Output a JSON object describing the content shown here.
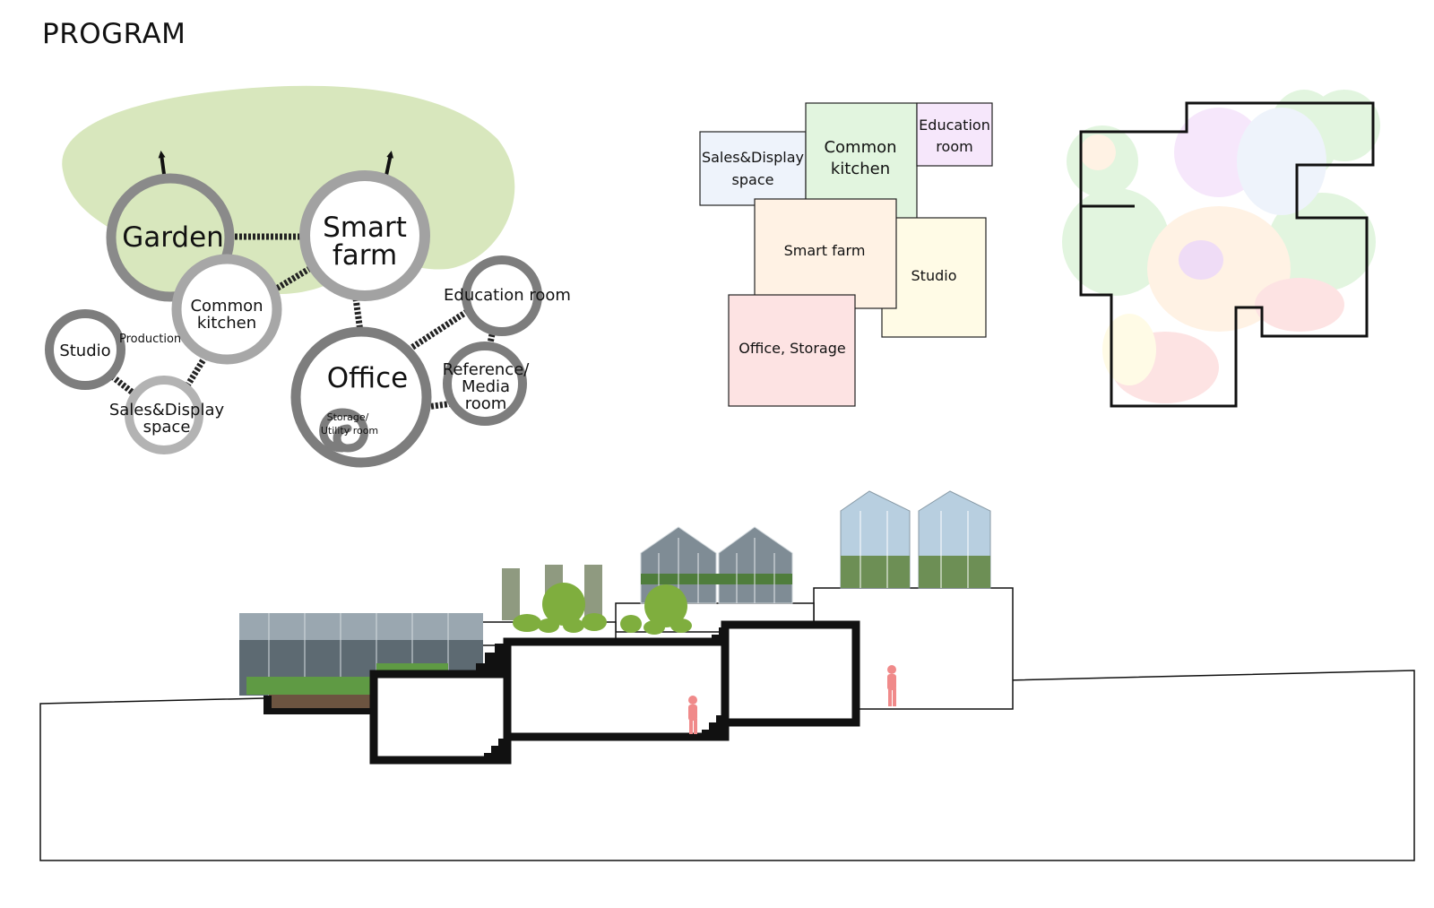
{
  "page": {
    "title": "PROGRAM"
  },
  "bubble_diagram": {
    "nodes": {
      "garden": "Garden",
      "smart_farm_1": "Smart",
      "smart_farm_2": "farm",
      "common_kitchen_1": "Common",
      "common_kitchen_2": "kitchen",
      "studio": "Studio",
      "sales_1": "Sales&Display",
      "sales_2": "space",
      "office": "Office",
      "storage_1": "Storage/",
      "storage_2": "Utility room",
      "education": "Education room",
      "reference_1": "Reference/",
      "reference_2": "Media",
      "reference_3": "room"
    },
    "labels": {
      "production": "Production"
    }
  },
  "block_diagram": {
    "sales_1": "Sales&Display",
    "sales_2": "space",
    "kitchen_1": "Common",
    "kitchen_2": "kitchen",
    "education_1": "Education",
    "education_2": "room",
    "smart_farm": "Smart farm",
    "studio": "Studio",
    "office": "Office, Storage"
  },
  "colors": {
    "green": "#d8e7bd",
    "ring_dark": "#7d7d7d",
    "ring_mid": "#9b9b9b",
    "ring_light": "#b3b3b3",
    "sales": "#eef3fb",
    "kitchen": "#e2f5df",
    "education": "#f6e7fb",
    "smart_farm": "#fff2e4",
    "studio": "#fffbe6",
    "office": "#fde3e3",
    "figure": "#f08a8a"
  }
}
